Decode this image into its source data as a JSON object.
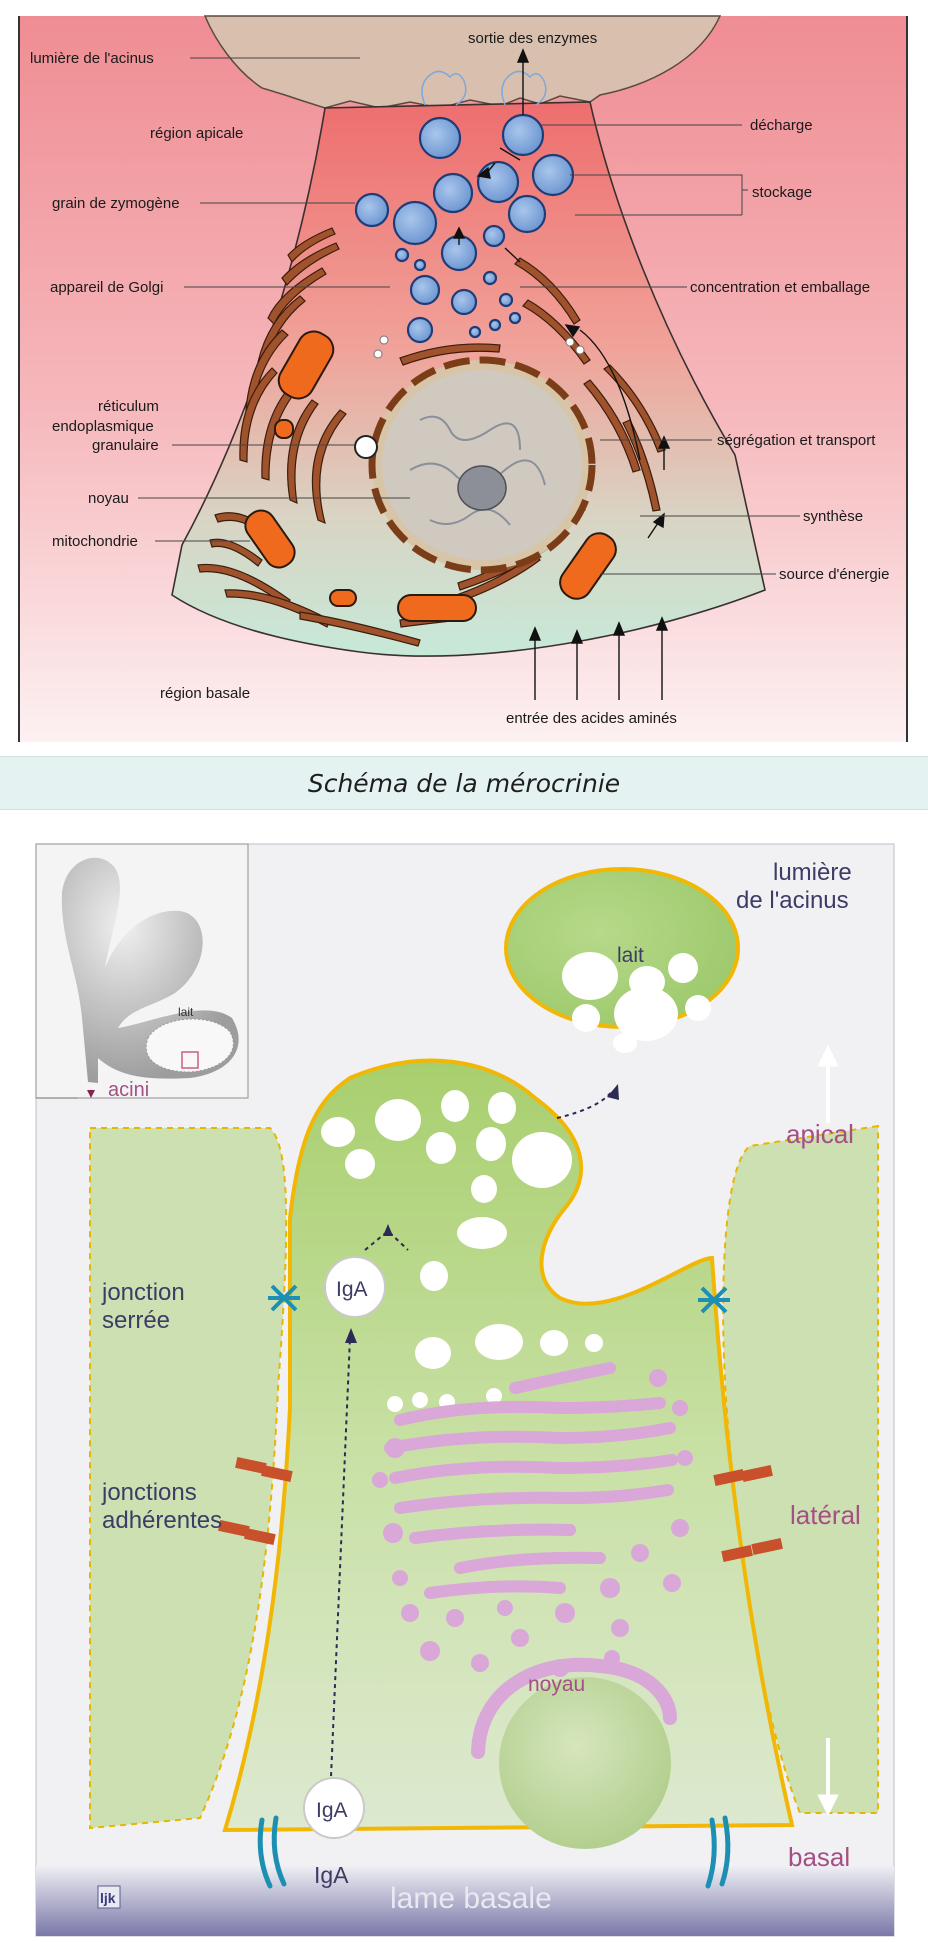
{
  "figure1": {
    "labels": {
      "acinus_lumen": "lumière de l'acinus",
      "enzyme_exit": "sortie des enzymes",
      "apical_region": "région apicale",
      "discharge": "décharge",
      "zymogen_granule": "grain de zymogène",
      "storage": "stockage",
      "golgi": "appareil de Golgi",
      "concentration": "concentration et emballage",
      "rer_line1": "réticulum",
      "rer_line2": "endoplasmique",
      "rer_line3": "granulaire",
      "segregation": "ségrégation et transport",
      "nucleus": "noyau",
      "synthesis": "synthèse",
      "mitochondria": "mitochondrie",
      "energy": "source d'énergie",
      "basal_region": "région basale",
      "amino_entry": "entrée des acides aminés"
    },
    "colors": {
      "apical": "#f07f7f",
      "basal": "#cfe8dc",
      "rer": "#a0522d",
      "mito": "#f06a1e",
      "granule": "#7fa8dc"
    }
  },
  "caption": "Schéma de la mérocrinie",
  "figure2": {
    "labels": {
      "acinus_lumen_line1": "lumière",
      "acinus_lumen_line2": "de l'acinus",
      "milk": "lait",
      "inset_milk": "lait",
      "acini": "acini",
      "apical": "apical",
      "tight_junction_line1": "jonction",
      "tight_junction_line2": "serrée",
      "adherens_line1": "jonctions",
      "adherens_line2": "adhérentes",
      "lateral": "latéral",
      "iga_top": "IgA",
      "iga_bottom": "IgA",
      "iga_base": "IgA",
      "nucleus": "noyau",
      "basal": "basal",
      "basal_lamina": "lame basale",
      "logo": "ljk"
    },
    "colors": {
      "cell": "#b8d98c",
      "membrane": "#f2b705",
      "golgi": "#d9a7d8",
      "junction": "#c8502a",
      "label_pink": "#a54f86"
    }
  }
}
